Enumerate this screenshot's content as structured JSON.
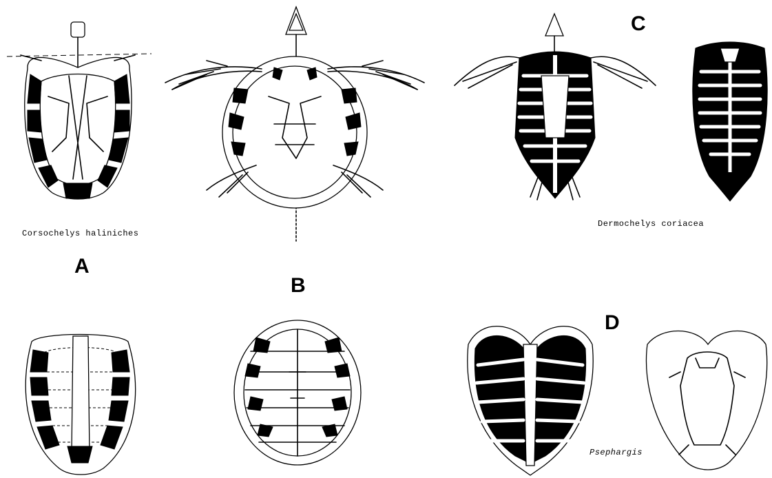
{
  "panels": {
    "a": {
      "label": "A",
      "species": "Corsochelys haliniches"
    },
    "b": {
      "label": "B"
    },
    "c": {
      "label": "C",
      "species": "Dermochelys coriacea"
    },
    "d": {
      "label": "D",
      "species": "Psephargis"
    }
  },
  "style": {
    "ink": "#000000",
    "paper": "#ffffff"
  }
}
